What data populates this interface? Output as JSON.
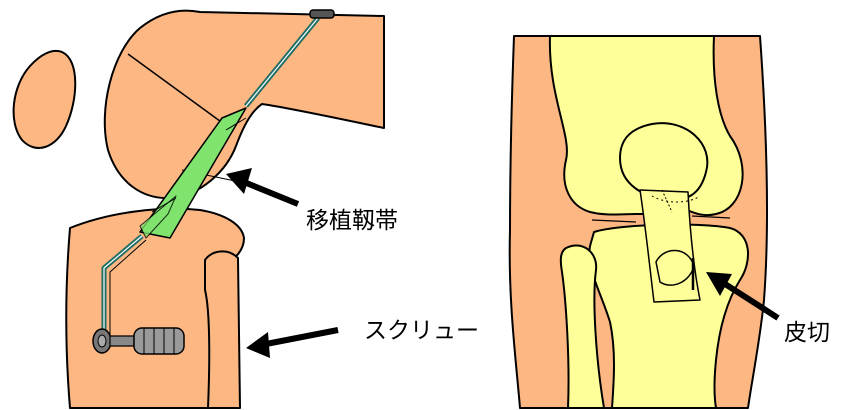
{
  "labels": {
    "graft": "移植靱帯",
    "screw": "スクリュー",
    "incision": "皮切"
  },
  "colors": {
    "skin": "#FDB782",
    "bone": "#FFFF99",
    "graft": "#7FE36E",
    "wire": "#1E6E66",
    "outline": "#000000"
  }
}
